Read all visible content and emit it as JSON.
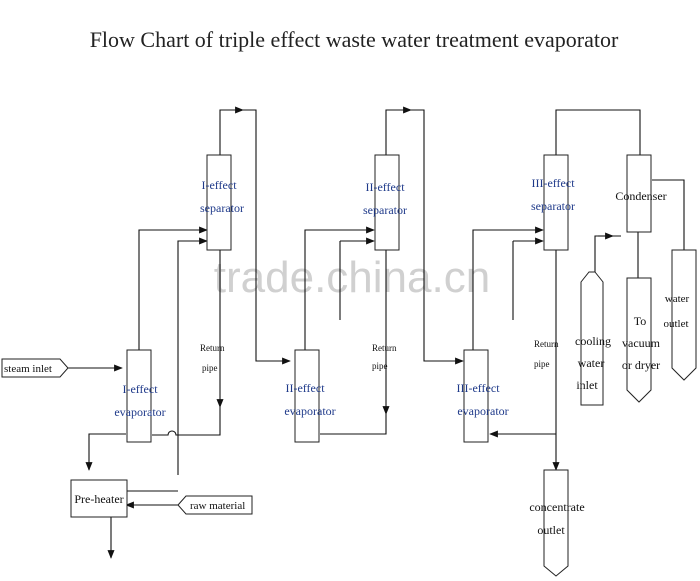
{
  "title": "Flow Chart of triple effect waste water treatment evaporator",
  "watermark": "trade.china.cn",
  "separators": {
    "s1": [
      "I-effect",
      "separator"
    ],
    "s2": [
      "II-effect",
      "separator"
    ],
    "s3": [
      "III-effect",
      "separator"
    ]
  },
  "evaporators": {
    "e1": [
      "I-effect",
      "evaporator"
    ],
    "e2": [
      "II-effect",
      "evaporator"
    ],
    "e3": [
      "III-effect",
      "evaporator"
    ]
  },
  "condenser": "Condenser",
  "return_pipe": {
    "r1": [
      "Return",
      "pipe"
    ],
    "r2": [
      "Return",
      "pipe"
    ],
    "r3": [
      "Return",
      "pipe"
    ]
  },
  "preheater": "Pre-heater",
  "steam_inlet": "steam inlet",
  "raw_material": "raw material",
  "cooling_water_inlet": [
    "cooling",
    "water",
    "inlet"
  ],
  "to_vacuum": [
    "To",
    "vacuum",
    "or dryer"
  ],
  "water_outlet": [
    "water",
    "outlet"
  ],
  "concentrate_outlet": [
    "concentrate",
    "outlet"
  ],
  "colors": {
    "label_blue": "#1f3a8a",
    "line": "#111111"
  }
}
